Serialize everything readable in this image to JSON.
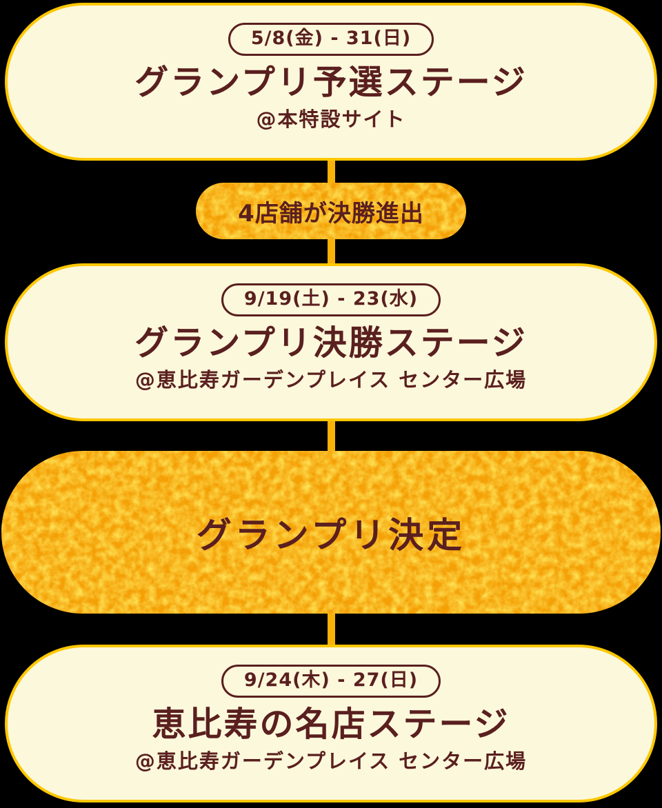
{
  "colors": {
    "background": "#000000",
    "card_fill": "#FCF8DB",
    "card_border": "#FDC702",
    "connector": "#F9B208",
    "orange_base": "#F4A006",
    "orange_speckle": "#FFC81E",
    "text_maroon": "#5A1F1F"
  },
  "flow": {
    "steps": [
      {
        "type": "stage",
        "badge": "5/8(金) - 31(日)",
        "title": "グランプリ予選ステージ",
        "venue": "@本特設サイト"
      },
      {
        "type": "note",
        "label": "4店舗が決勝進出"
      },
      {
        "type": "stage",
        "badge": "9/19(土) - 23(水)",
        "title": "グランプリ決勝ステージ",
        "venue": "@恵比寿ガーデンプレイス センター広場"
      },
      {
        "type": "result",
        "label": "グランプリ決定"
      },
      {
        "type": "stage",
        "badge": "9/24(木) - 27(日)",
        "title": "恵比寿の名店ステージ",
        "venue": "@恵比寿ガーデンプレイス センター広場"
      }
    ]
  }
}
